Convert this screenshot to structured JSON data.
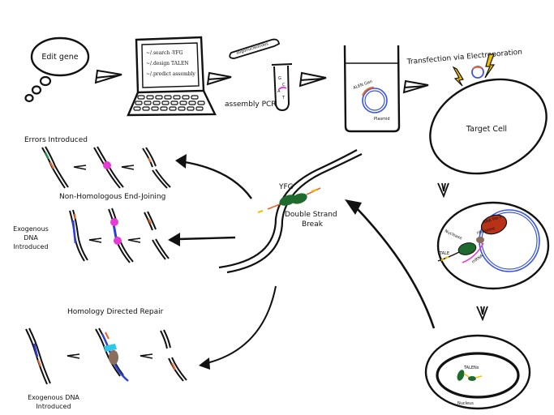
{
  "labels": {
    "thought": "Edit gene",
    "terminal_line1": "~/.search -YFG",
    "terminal_line2": "~/.design TALEN",
    "terminal_line3": "~/.predict assembly",
    "oligos": "oligonucleotides",
    "assembly_pcr": "assembly PCR",
    "tube_letters": [
      "G",
      "C",
      "A",
      "T"
    ],
    "gene_label": "ALEN Gen",
    "plasmid": "Plasmid",
    "transfection": "Transfection via Electroporation",
    "target_cell": "Target Cell",
    "yfg": "YFG",
    "dsb_line1": "Double Strand",
    "dsb_line2": "Break",
    "errors": "Errors Introduced",
    "nhej": "Non-Homologous End-Joining",
    "exo_line1": "Exogenous",
    "exo_line2": "DNA",
    "exo_line3": "Introduced",
    "hdr": "Homology Directed Repair",
    "exo2_line1": "Exogenous DNA",
    "exo2_line2": "Introduced",
    "rna_pol": "RNA Pol II",
    "nuclease": "Nuclease",
    "ribosome": "ribosome",
    "tale": "TALE",
    "mrna": "mRNA",
    "talens": "TALENs",
    "nucleus": "Nucleus"
  },
  "colors": {
    "ink": "#111111",
    "nuclease": "#1f6b2e",
    "rna_pol": "#b8321a",
    "break_site": "#e83ad6",
    "donor": "#2b3fd6",
    "strand_accent": "#e2662a",
    "plasmid": "#3a55e0",
    "tale_yellow": "#f2c200",
    "hdr_cyan": "#2ec8e8",
    "hdr_brown": "#8a6d5a"
  }
}
